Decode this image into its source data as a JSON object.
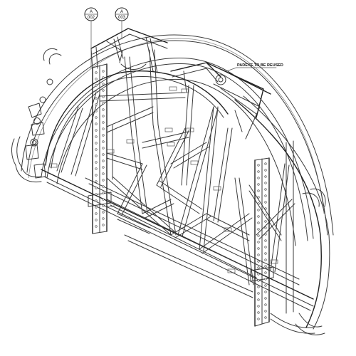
{
  "callouts": [
    {
      "top": "A",
      "bottom": "002"
    },
    {
      "top": "A",
      "bottom": "003"
    }
  ],
  "note": "PADEYE TO BE REUSED",
  "line_color": "#3a3a3a"
}
